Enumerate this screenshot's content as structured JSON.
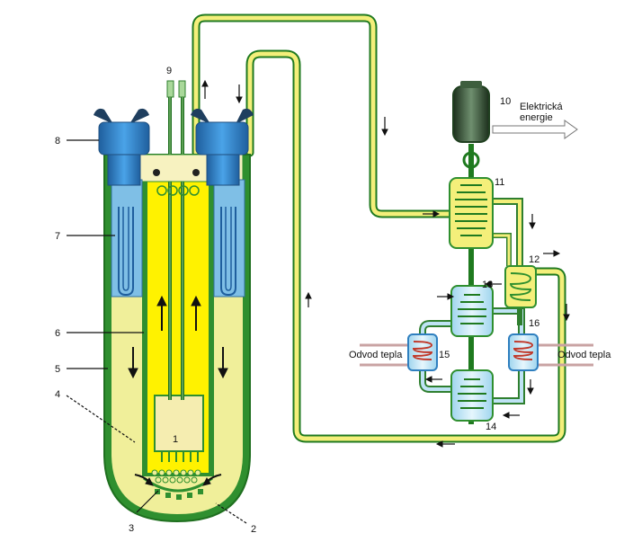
{
  "labels": {
    "n1": "1",
    "n2": "2",
    "n3": "3",
    "n4": "4",
    "n5": "5",
    "n6": "6",
    "n7": "7",
    "n8": "8",
    "n9": "9",
    "n10": "10",
    "n11": "11",
    "n12": "12",
    "n13": "13",
    "n14": "14",
    "n15": "15",
    "n16": "16"
  },
  "text": {
    "electric_line1": "Elektrická",
    "electric_line2": "energie",
    "heat_left": "Odvod tepla",
    "heat_right": "Odvod tepla"
  },
  "colors": {
    "green_dark": "#1f7a1f",
    "green_mid": "#3a9a3a",
    "yellow_light": "#f0ef9a",
    "yellow_bright": "#fff200",
    "blue_pump": "#3b8fd6",
    "pale_blue": "#bfe3f5",
    "red_coil": "#c0392b"
  }
}
